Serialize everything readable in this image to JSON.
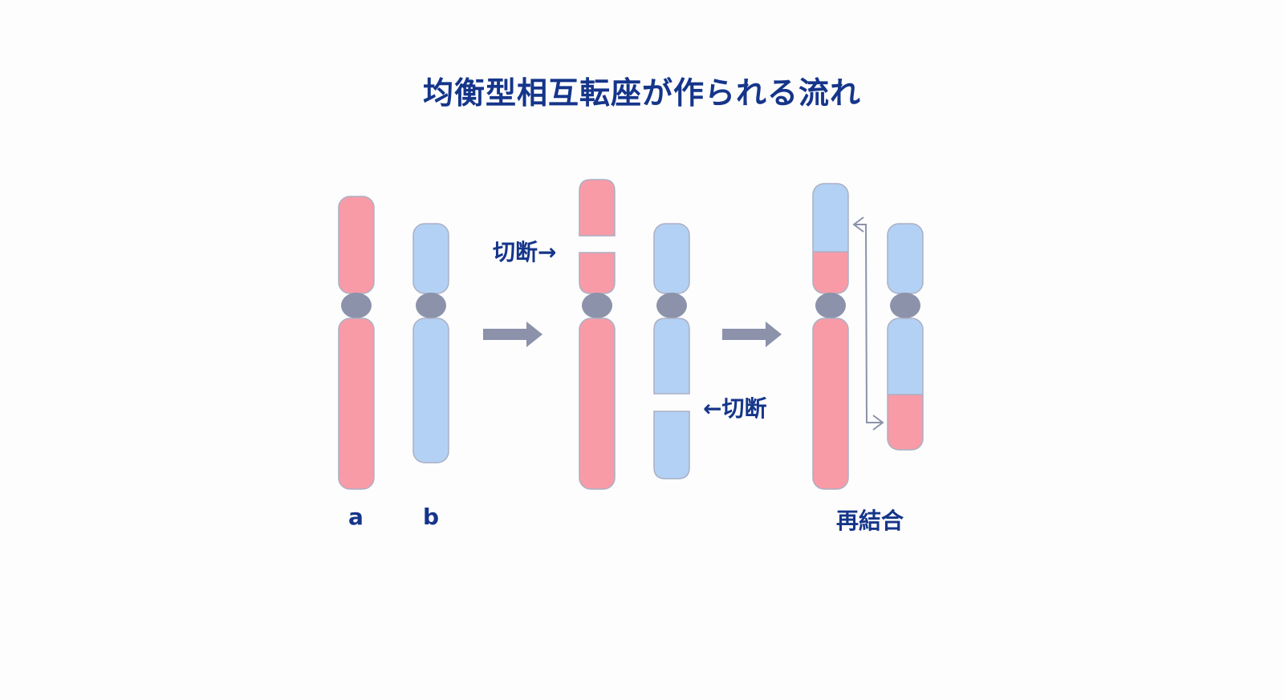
{
  "title": "均衡型相互転座が作られる流れ",
  "labels": {
    "chromosome_a": "a",
    "chromosome_b": "b",
    "cut_top": "切断→",
    "cut_bottom": "←切断",
    "rejoin": "再結合"
  },
  "colors": {
    "red_segment": "#f89ba7",
    "blue_segment": "#b3d1f4",
    "centromere": "#8b92aa",
    "outline": "#aab0c4",
    "arrow": "#8b92aa",
    "text": "#15358a"
  },
  "steps": [
    "original",
    "break",
    "rejoin"
  ]
}
